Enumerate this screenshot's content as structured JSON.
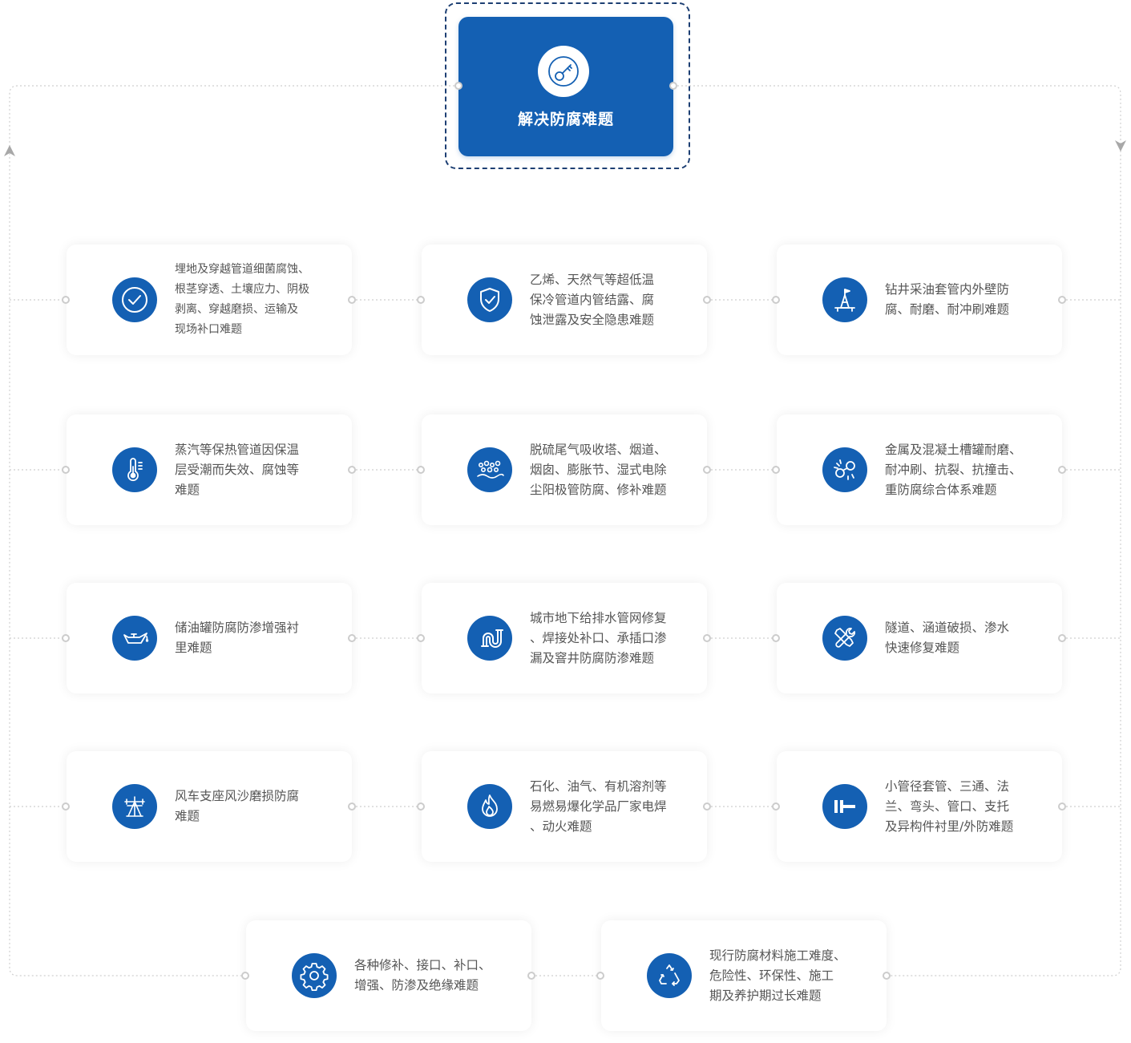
{
  "header": {
    "title": "解决防腐难题",
    "icon": "key-icon"
  },
  "problems": [
    {
      "icon": "check-circle-icon",
      "text": "埋地及穿越管道细菌腐蚀、\n根茎穿透、土壤应力、阴极\n剥离、穿越磨损、运输及\n现场补口难题"
    },
    {
      "icon": "shield-check-icon",
      "text": "乙烯、天然气等超低温\n保冷管道内管结露、腐\n蚀泄露及安全隐患难题"
    },
    {
      "icon": "oil-rig-icon",
      "text": "钻井采油套管内外壁防\n腐、耐磨、耐冲刷难题"
    },
    {
      "icon": "thermometer-icon",
      "text": "蒸汽等保热管道因保温\n层受潮而失效、腐蚀等\n难题"
    },
    {
      "icon": "gas-particles-icon",
      "text": "脱硫尾气吸收塔、烟道、\n烟囱、膨胀节、湿式电除\n尘阳极管防腐、修补难题"
    },
    {
      "icon": "impact-icon",
      "text": "金属及混凝土槽罐耐磨、\n耐冲刷、抗裂、抗撞击、\n重防腐综合体系难题"
    },
    {
      "icon": "oil-can-icon",
      "text": "储油罐防腐防渗增强衬\n里难题"
    },
    {
      "icon": "pipe-bend-icon",
      "text": "城市地下给排水管网修复\n、焊接处补口、承插口渗\n漏及窨井防腐防渗难题"
    },
    {
      "icon": "tools-icon",
      "text": "隧道、涵道破损、渗水\n快速修复难题"
    },
    {
      "icon": "wind-turbine-icon",
      "text": "风车支座风沙磨损防腐\n难题"
    },
    {
      "icon": "flame-icon",
      "text": "石化、油气、有机溶剂等\n易燃易爆化学品厂家电焊\n、动火难题"
    },
    {
      "icon": "pipe-flange-icon",
      "text": "小管径套管、三通、法\n兰、弯头、管口、支托\n及异构件衬里/外防难题"
    },
    {
      "icon": "gear-icon",
      "text": "各种修补、接口、补口、\n增强、防渗及绝缘难题"
    },
    {
      "icon": "recycle-icon",
      "text": "现行防腐材料施工难度、\n危险性、环保性、施工\n期及养护期过长难题"
    }
  ],
  "colors": {
    "primary": "#1460b3",
    "frame": "#1d3f73",
    "text": "#555555",
    "line": "#cfcfcf"
  }
}
